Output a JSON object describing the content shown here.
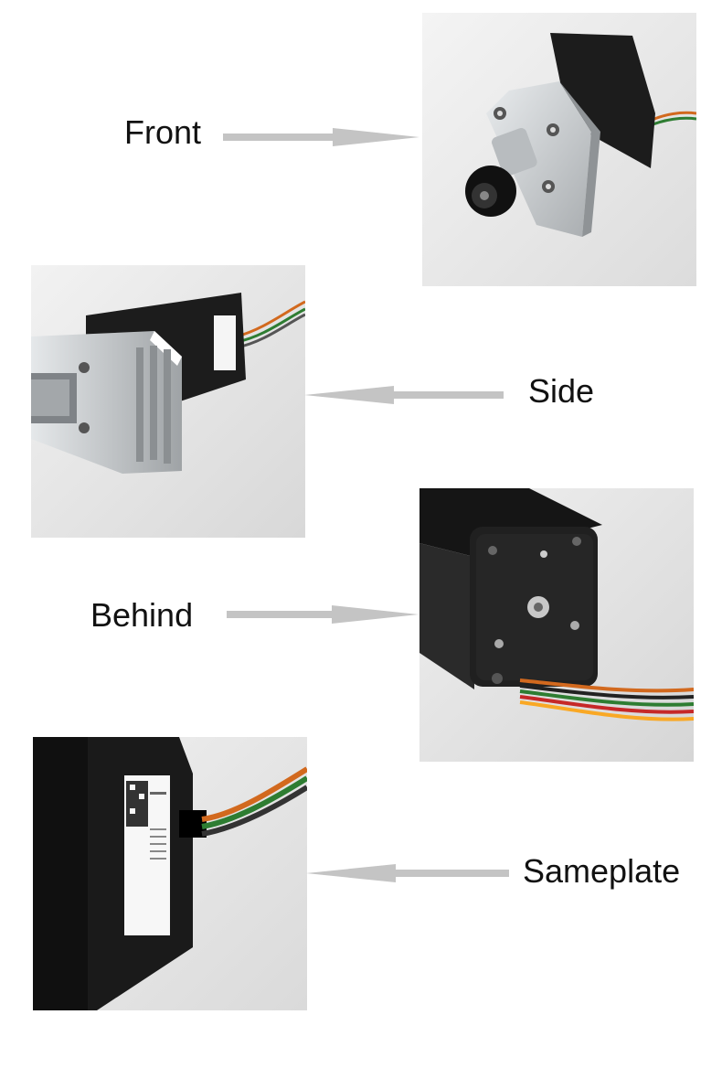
{
  "views": [
    {
      "id": "front",
      "label": "Front",
      "arrow_direction": "right"
    },
    {
      "id": "side",
      "label": "Side",
      "arrow_direction": "left"
    },
    {
      "id": "behind",
      "label": "Behind",
      "arrow_direction": "right"
    },
    {
      "id": "sameplate",
      "label": "Sameplate",
      "arrow_direction": "left"
    }
  ],
  "colors": {
    "arrow": "#c4c4c4",
    "motor_body": "#1c1c1c",
    "aluminum": "#cfd2d4",
    "background_photo": "#eeeeee"
  }
}
